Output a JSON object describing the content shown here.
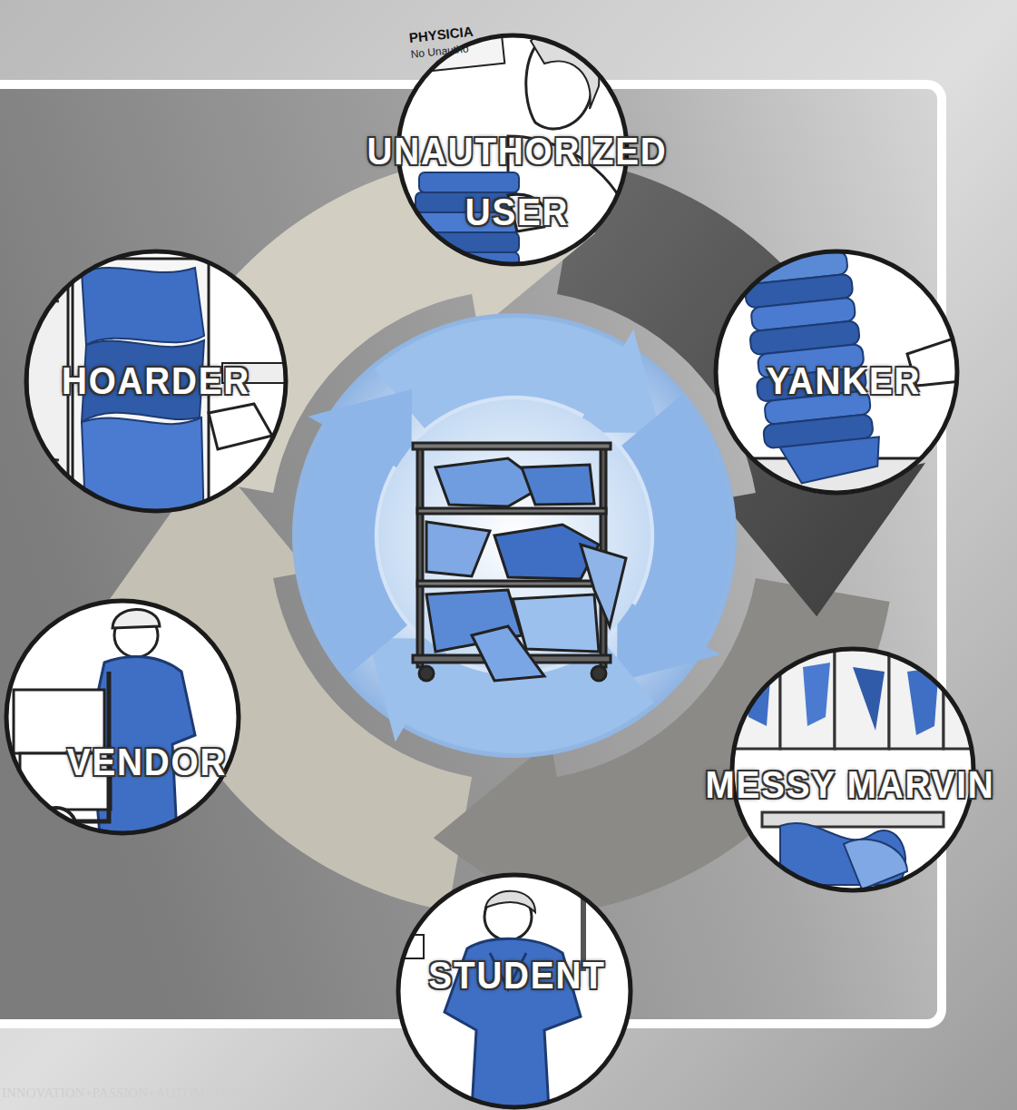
{
  "diagram": {
    "nodes": [
      {
        "text": [
          "UNAUTHORIZED USER"
        ]
      },
      {
        "text": [
          "YANKER"
        ]
      },
      {
        "text": [
          "MESSY MARVIN"
        ]
      },
      {
        "text": [
          "STUDENT"
        ]
      },
      {
        "text": [
          "VENDOR"
        ]
      },
      {
        "text": [
          "HOARDER"
        ]
      }
    ],
    "labels": [
      "PHYSICIA",
      "No Unautho",
      "INNOVATION+PASSION+AUTOMATION"
    ]
  }
}
